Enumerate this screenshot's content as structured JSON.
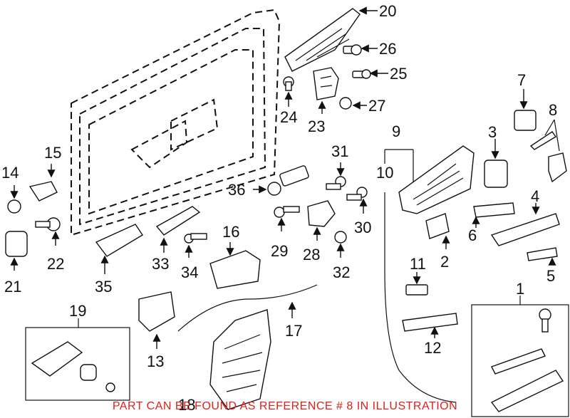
{
  "callouts": {
    "c1": "1",
    "c2": "2",
    "c3": "3",
    "c4": "4",
    "c5": "5",
    "c6": "6",
    "c7": "7",
    "c8": "8",
    "c9": "9",
    "c10": "10",
    "c11": "11",
    "c12": "12",
    "c13": "13",
    "c14": "14",
    "c15": "15",
    "c16": "16",
    "c17": "17",
    "c18": "18",
    "c19": "19",
    "c20": "20",
    "c21": "21",
    "c22": "22",
    "c23": "23",
    "c24": "24",
    "c25": "25",
    "c26": "26",
    "c27": "27",
    "c28": "28",
    "c29": "29",
    "c30": "30",
    "c31": "31",
    "c32": "32",
    "c33": "33",
    "c34": "34",
    "c35": "35",
    "c36": "36"
  },
  "footer_note": "PART CAN BE FOUND AS REFERENCE # 8 IN ILLUSTRATION",
  "colors": {
    "footer_note": "#e0201b",
    "linework": "#111111"
  }
}
